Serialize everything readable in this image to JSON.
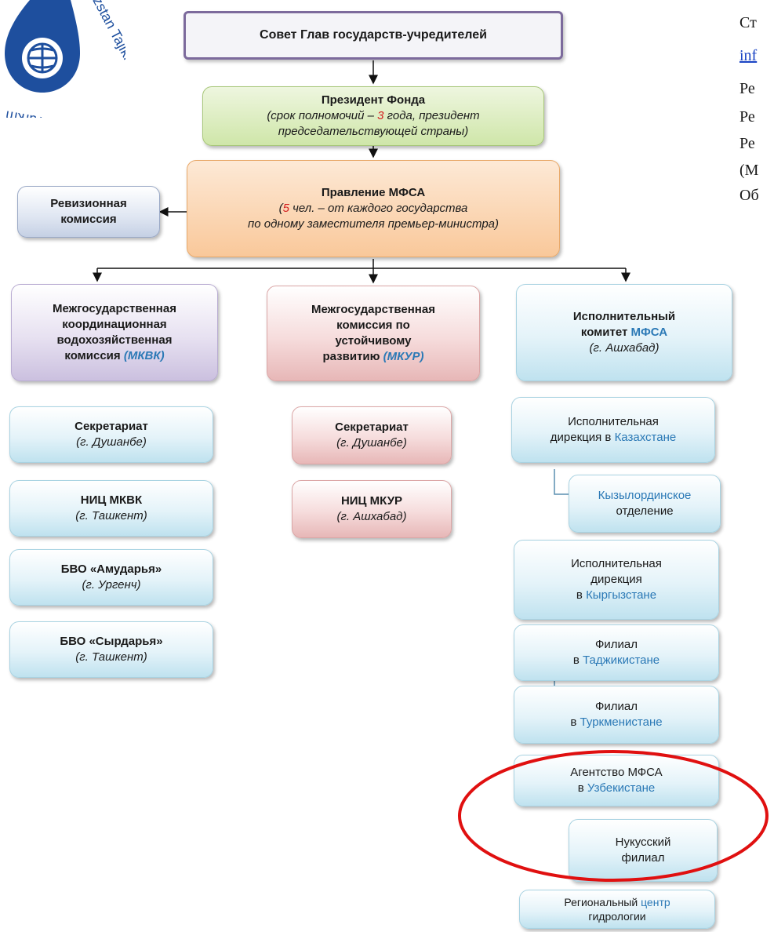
{
  "logo": {
    "text_right": "zstan Tajikistan",
    "text_bottom": "Turkm"
  },
  "side_text": {
    "line1": "Ст",
    "link": "inf",
    "line3": "Ре",
    "line4": "Ре",
    "line5": "Ре",
    "line6": "(М",
    "line7": "Об"
  },
  "nodes": {
    "council": "Совет Глав государств-учредителей",
    "president": {
      "title": "Президент Фонда",
      "note_a": "(срок полномочий – ",
      "note_num": "3",
      "note_b": " года, президент",
      "note_c": "председательствующей страны)"
    },
    "board": {
      "title": "Правление МФСА",
      "note_num": "5",
      "note_a": " чел. – от каждого государства",
      "note_b": "по одному заместителя премьер-министра)",
      "open_paren": "("
    },
    "audit": {
      "line1": "Ревизионная",
      "line2": "комиссия"
    },
    "mkvk": {
      "line1": "Межгосударственная",
      "line2": "координационная",
      "line3": "водохозяйственная",
      "line4a": "комиссия ",
      "line4b": "(МКВК)"
    },
    "mkur": {
      "line1": "Межгосударственная",
      "line2": "комиссия по",
      "line3": "устойчивому",
      "line4a": "развитию ",
      "line4b": "(МКУР)"
    },
    "ec": {
      "line1": "Исполнительный",
      "line2a": "комитет ",
      "line2b": "МФСА",
      "line3": "(г. Ашхабад)"
    },
    "left_col": [
      {
        "title": "Секретариат",
        "sub": "(г. Душанбе)"
      },
      {
        "title": "НИЦ МКВК",
        "sub": "(г. Ташкент)"
      },
      {
        "title_a": "БВО ",
        "title_b": "«Амударья»",
        "sub": "(г. Ургенч)"
      },
      {
        "title_a": "БВО ",
        "title_b": "«Сырдарья»",
        "sub": "(г. Ташкент)"
      }
    ],
    "mid_col": [
      {
        "title": "Секретариат",
        "sub": "(г. Душанбе)"
      },
      {
        "title": "НИЦ МКУР",
        "sub": "(г. Ашхабад)"
      }
    ],
    "right_col": {
      "kz": {
        "line1": "Исполнительная",
        "line2a": "дирекция в ",
        "line2b": "Казахстане"
      },
      "kzl": {
        "line1": "Кызылординское",
        "line2": "отделение"
      },
      "kg": {
        "line1": "Исполнительная",
        "line2": "дирекция",
        "line3a": "в ",
        "line3b": "Кыргызстане"
      },
      "tj": {
        "line1": "Филиал",
        "line2a": "в ",
        "line2b": "Таджикистане"
      },
      "tm": {
        "line1": "Филиал",
        "line2a": "в ",
        "line2b": "Туркменистане"
      },
      "uz": {
        "line1": "Агентство МФСА",
        "line2a": "в ",
        "line2b": "Узбекистане"
      },
      "nuk": {
        "line1": "Нукусский",
        "line2": "филиал"
      },
      "rch": {
        "line1a": "Региональный ",
        "line1b": "центр",
        "line2": "гидрологии"
      }
    }
  },
  "colors": {
    "highlight_text": "#2b79b6",
    "emphasis_red": "#d42020",
    "circle_annotation": "#e01010",
    "top_border": "#7c6a9c"
  }
}
